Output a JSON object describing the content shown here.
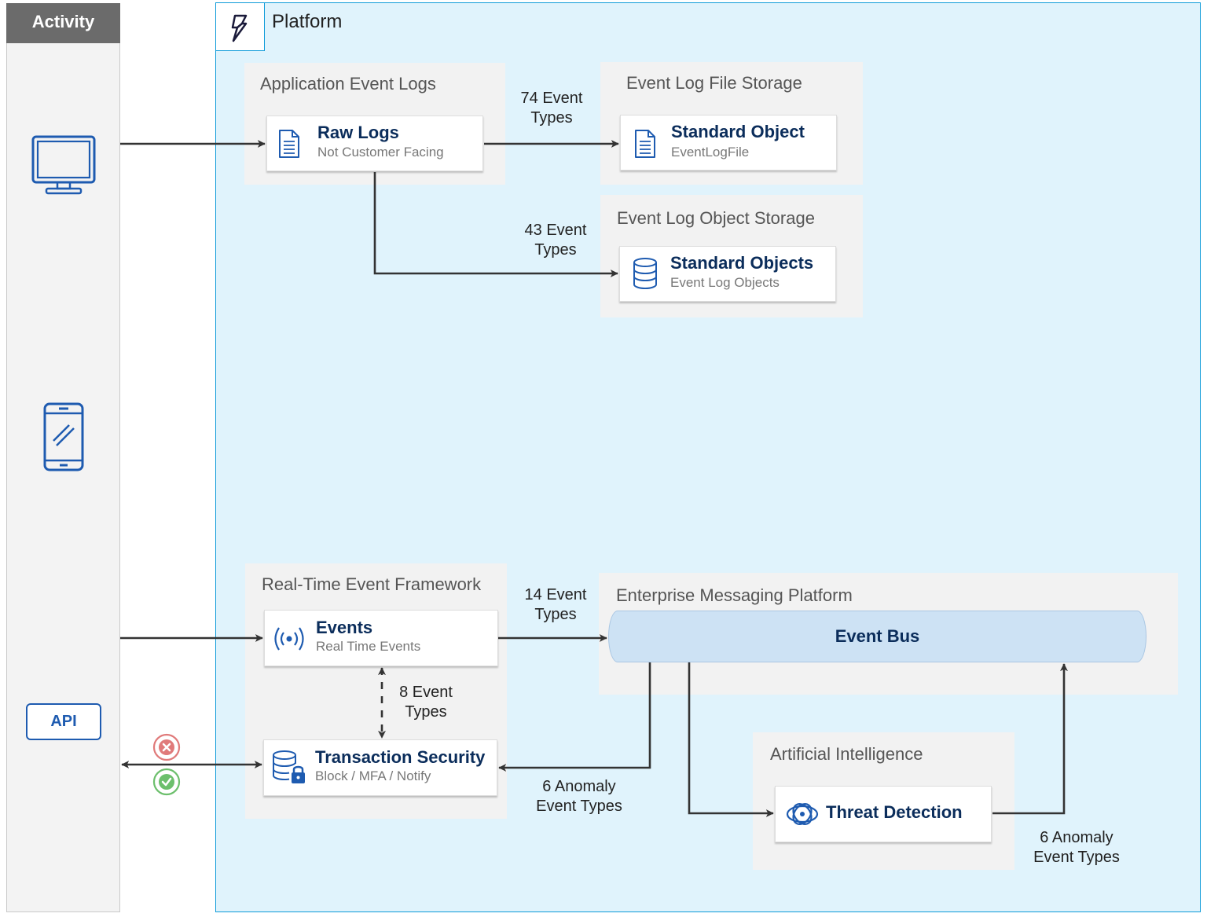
{
  "activity": {
    "title": "Activity",
    "api_label": "API"
  },
  "platform": {
    "title": "Platform"
  },
  "groups": {
    "app_event_logs": {
      "title": "Application Event Logs",
      "raw_logs": {
        "title": "Raw Logs",
        "subtitle": "Not Customer Facing"
      }
    },
    "event_log_file_storage": {
      "title": "Event Log File Storage",
      "standard_object": {
        "title": "Standard Object",
        "subtitle": "EventLogFile"
      }
    },
    "event_log_object_storage": {
      "title": "Event Log Object Storage",
      "standard_objects": {
        "title": "Standard Objects",
        "subtitle": "Event Log Objects"
      }
    },
    "realtime_framework": {
      "title": "Real-Time Event Framework",
      "events": {
        "title": "Events",
        "subtitle": "Real Time Events"
      },
      "transaction_security": {
        "title": "Transaction Security",
        "subtitle": "Block / MFA / Notify"
      }
    },
    "messaging_platform": {
      "title": "Enterprise Messaging Platform",
      "event_bus": "Event Bus"
    },
    "ai": {
      "title": "Artificial Intelligence",
      "threat_detection": {
        "title": "Threat Detection"
      }
    }
  },
  "edge_labels": {
    "raw_to_file_l1": "74 Event",
    "raw_to_file_l2": "Types",
    "raw_to_objects_l1": "43 Event",
    "raw_to_objects_l2": "Types",
    "events_to_bus_l1": "14 Event",
    "events_to_bus_l2": "Types",
    "events_tx_l1": "8 Event",
    "events_tx_l2": "Types",
    "bus_to_tx_l1": "6 Anomaly",
    "bus_to_tx_l2": "Event Types",
    "threat_to_bus_l1": "6 Anomaly",
    "threat_to_bus_l2": "Event Types"
  },
  "icons": {
    "platform": "lightning-bolt-icon",
    "desktop": "desktop-monitor-icon",
    "mobile": "mobile-phone-icon",
    "document": "document-icon",
    "database": "database-icon",
    "broadcast": "broadcast-signal-icon",
    "secure_db": "database-lock-icon",
    "threat": "threat-brain-icon",
    "block": "error-x-circle-icon",
    "allow": "success-check-circle-icon"
  },
  "colors": {
    "platform_fill": "#e0f3fc",
    "platform_border": "#0e9bd9",
    "group_fill": "#f2f2f2",
    "card_title": "#0b2d5b",
    "icon_blue": "#1e5bb0",
    "event_bus_fill": "#cde2f4",
    "deny_red": "#e07a7a",
    "allow_green": "#6cbf6c",
    "activity_header": "#6b6b6b"
  }
}
